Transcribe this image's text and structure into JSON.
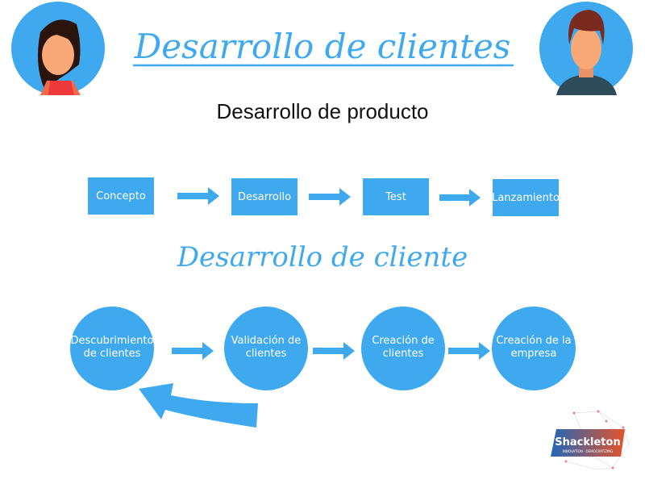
{
  "title": "Desarrollo de clientes",
  "subtitle": "Desarrollo de producto",
  "product_steps": [
    "Concepto",
    "Desarrollo",
    "Test",
    "Lanzamiento"
  ],
  "customer_title": "Desarrollo de cliente",
  "customer_steps": [
    [
      "Descubrimiento",
      "de clientes"
    ],
    [
      "Validación de",
      "clientes"
    ],
    [
      "Creación de",
      "clientes"
    ],
    [
      "Creación de la",
      "empresa"
    ]
  ],
  "logo": {
    "name": "Shackleton",
    "tagline": "INNOVATION · DEMOCRATIZING"
  },
  "colors": {
    "accent": "#3fa9f0",
    "text": "#111111"
  }
}
